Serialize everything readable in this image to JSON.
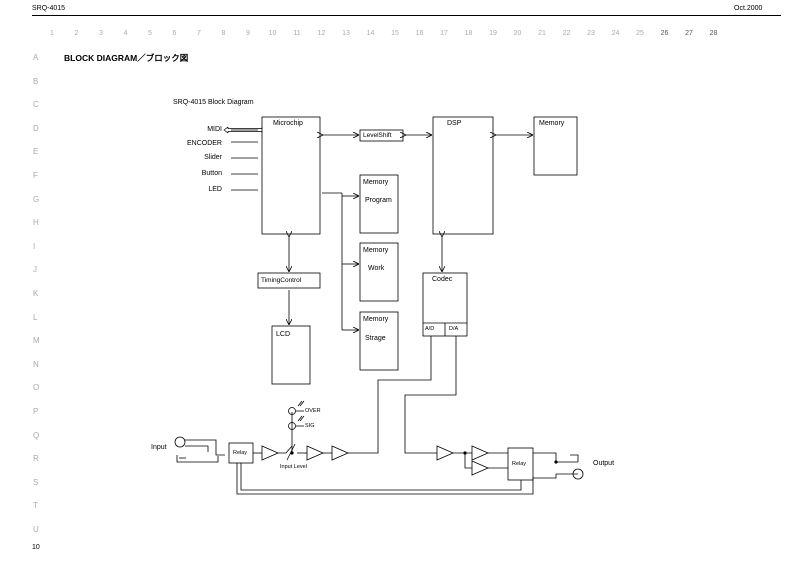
{
  "header": {
    "model": "SRQ-4015",
    "date": "Oct.2000"
  },
  "page_number": "10",
  "columns": [
    "1",
    "2",
    "3",
    "4",
    "5",
    "6",
    "7",
    "8",
    "9",
    "10",
    "11",
    "12",
    "13",
    "14",
    "15",
    "16",
    "17",
    "18",
    "19",
    "20",
    "21",
    "22",
    "23",
    "24",
    "25",
    "26",
    "27",
    "28"
  ],
  "rows": [
    "A",
    "B",
    "C",
    "D",
    "E",
    "F",
    "G",
    "H",
    "I",
    "J",
    "K",
    "L",
    "M",
    "N",
    "O",
    "P",
    "Q",
    "R",
    "S",
    "T",
    "U"
  ],
  "title": "BLOCK DIAGRAM／ブロック図",
  "diagram_title": "SRQ-4015 Block Diagram",
  "blocks": {
    "microchip": "Microchip",
    "dsp": "DSP",
    "memory": "Memory",
    "levelshift": "LevelShift",
    "memory_program": "Memory",
    "program": "Program",
    "memory_work": "Memory",
    "work": "Work",
    "memory_strage": "Memory",
    "strage": "Strage",
    "timing_control": "TimingControl",
    "lcd": "LCD",
    "codec": "Codec",
    "ad": "A/D",
    "da": "D/A",
    "relay_in": "Relay",
    "relay_out": "Relay"
  },
  "io_labels": [
    "MIDI",
    "ENCODER",
    "Slider",
    "Button",
    "LED"
  ],
  "signal": {
    "input": "Input",
    "output": "Output",
    "input_level": "Input Level",
    "over": "OVER",
    "sig": "SIG"
  }
}
